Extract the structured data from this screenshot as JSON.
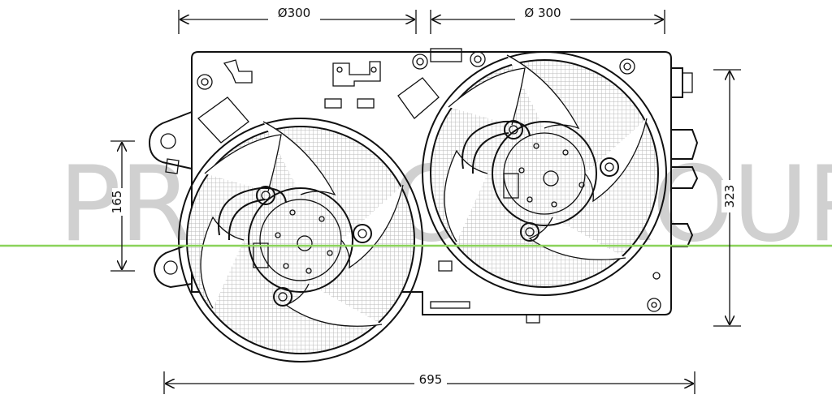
{
  "watermark": "PRASCO GROUP",
  "dimensions": {
    "left_fan_diameter": "Ø300",
    "right_fan_diameter": "Ø 300",
    "total_width": "695",
    "total_height": "323",
    "mount_height": "165"
  },
  "colors": {
    "line": "#111111",
    "guide_line": "#8bd35a",
    "watermark": "#c8c8c8"
  }
}
